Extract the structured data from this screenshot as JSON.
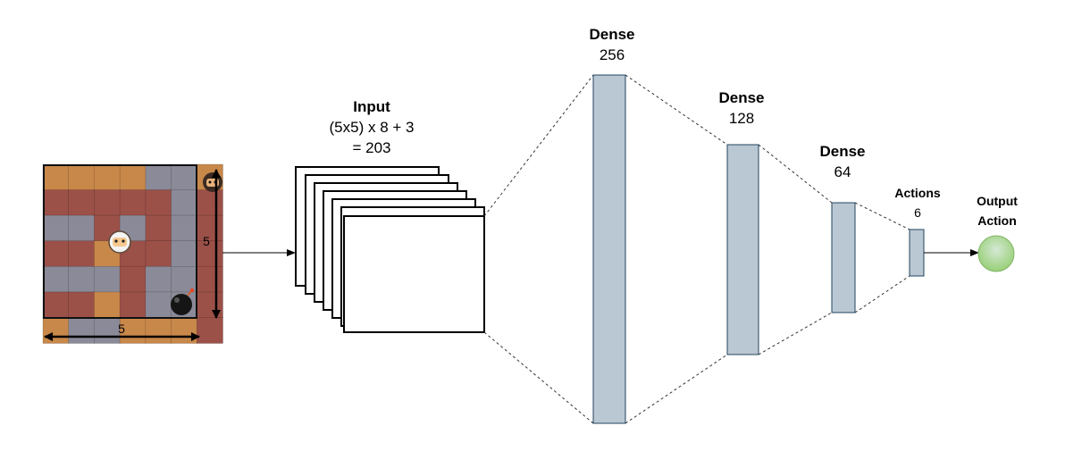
{
  "game_view": {
    "grid_width_label": "5",
    "grid_height_label": "5"
  },
  "input": {
    "title": "Input",
    "formula": "(5x5) x 8 + 3",
    "result": "= 203"
  },
  "layers": [
    {
      "name": "Dense",
      "units": "256"
    },
    {
      "name": "Dense",
      "units": "128"
    },
    {
      "name": "Dense",
      "units": "64"
    },
    {
      "name": "Actions",
      "units": "6"
    }
  ],
  "output": {
    "line1": "Output",
    "line2": "Action"
  },
  "colors": {
    "layer_fill": "#BAC8D3",
    "layer_stroke": "#23445D",
    "output_fill_top": "#D5E8D4",
    "output_fill_bottom": "#97D077",
    "wood": "#C8884A",
    "brick": "#9B5048",
    "stone": "#8A8A98"
  }
}
